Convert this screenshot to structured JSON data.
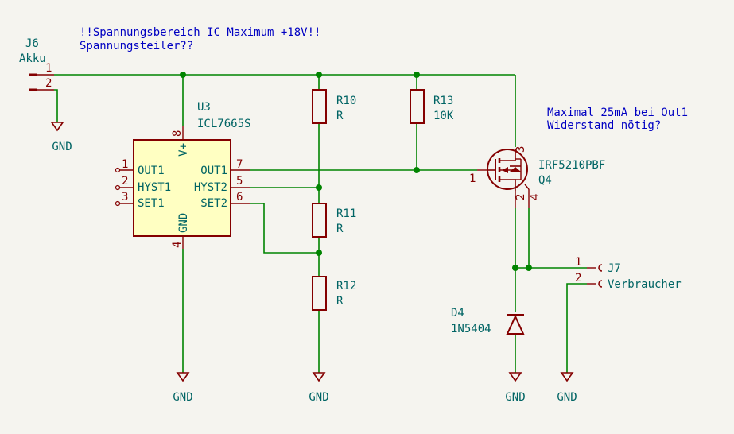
{
  "notes": {
    "line1": "!!Spannungsbereich IC Maximum +18V!!",
    "line2": "Spannungsteiler??",
    "out1_line1": "Maximal 25mA bei Out1",
    "out1_line2": "Widerstand nötig?"
  },
  "j6": {
    "ref": "J6",
    "value": "Akku",
    "pin1": "1",
    "pin2": "2"
  },
  "j7": {
    "ref": "J7",
    "value": "Verbraucher",
    "pin1": "1",
    "pin2": "2"
  },
  "u3": {
    "ref": "U3",
    "value": "ICL7665S",
    "vplus": "V+",
    "gnd": "GND",
    "pins": {
      "out1": "OUT1",
      "hyst1": "HYST1",
      "set1": "SET1",
      "out1r": "OUT1",
      "hyst2": "HYST2",
      "set2": "SET2",
      "n1": "1",
      "n2": "2",
      "n3": "3",
      "n4": "4",
      "n5": "5",
      "n6": "6",
      "n7": "7",
      "n8": "8"
    }
  },
  "r10": {
    "ref": "R10",
    "value": "R"
  },
  "r11": {
    "ref": "R11",
    "value": "R"
  },
  "r12": {
    "ref": "R12",
    "value": "R"
  },
  "r13": {
    "ref": "R13",
    "value": "10K"
  },
  "q4": {
    "ref": "Q4",
    "value": "IRF5210PBF",
    "p1": "1",
    "p2": "2",
    "p3": "3",
    "p4": "4"
  },
  "d4": {
    "ref": "D4",
    "value": "1N5404"
  },
  "gnd_label": "GND",
  "colors": {
    "background": "#f5f4ef",
    "wire": "#008400",
    "symbol": "#840000",
    "symbol_fill": "#ffffc2",
    "reference": "#006464",
    "note": "#0000c2"
  }
}
